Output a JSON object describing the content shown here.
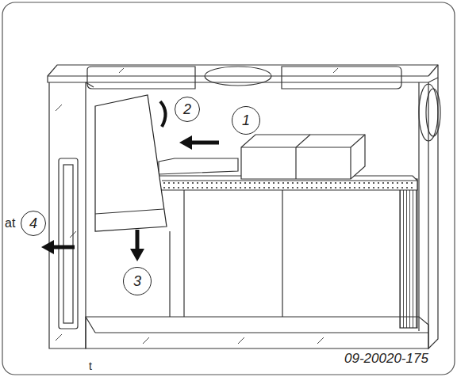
{
  "diagram": {
    "nodes": [
      {
        "text": [
          "1"
        ]
      },
      {
        "text": [
          "2"
        ]
      },
      {
        "text": [
          "3"
        ]
      },
      {
        "text": [
          "4"
        ]
      }
    ],
    "labels": [
      "at",
      "t",
      "09-20020-175"
    ]
  }
}
